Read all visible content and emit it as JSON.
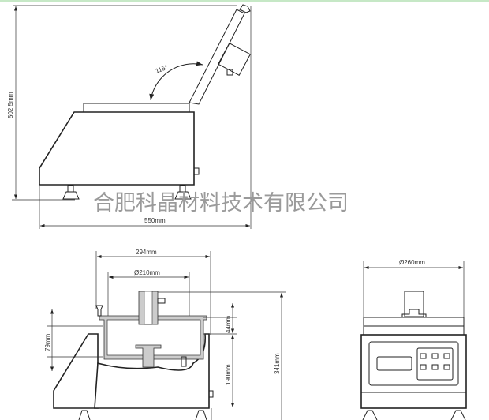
{
  "side_view": {
    "height_label": "502.5mm",
    "width_label": "550mm",
    "angle_label": "115°"
  },
  "watermark": "合肥科晶材料技术有限公司",
  "front_view": {
    "width_label": "294mm",
    "diameter_label": "Ø210mm",
    "depth_label": "79mm",
    "lid_label": "44mm",
    "body_label": "190mm",
    "height_label": "341mm"
  },
  "right_view": {
    "diameter_label": "Ø260mm"
  }
}
